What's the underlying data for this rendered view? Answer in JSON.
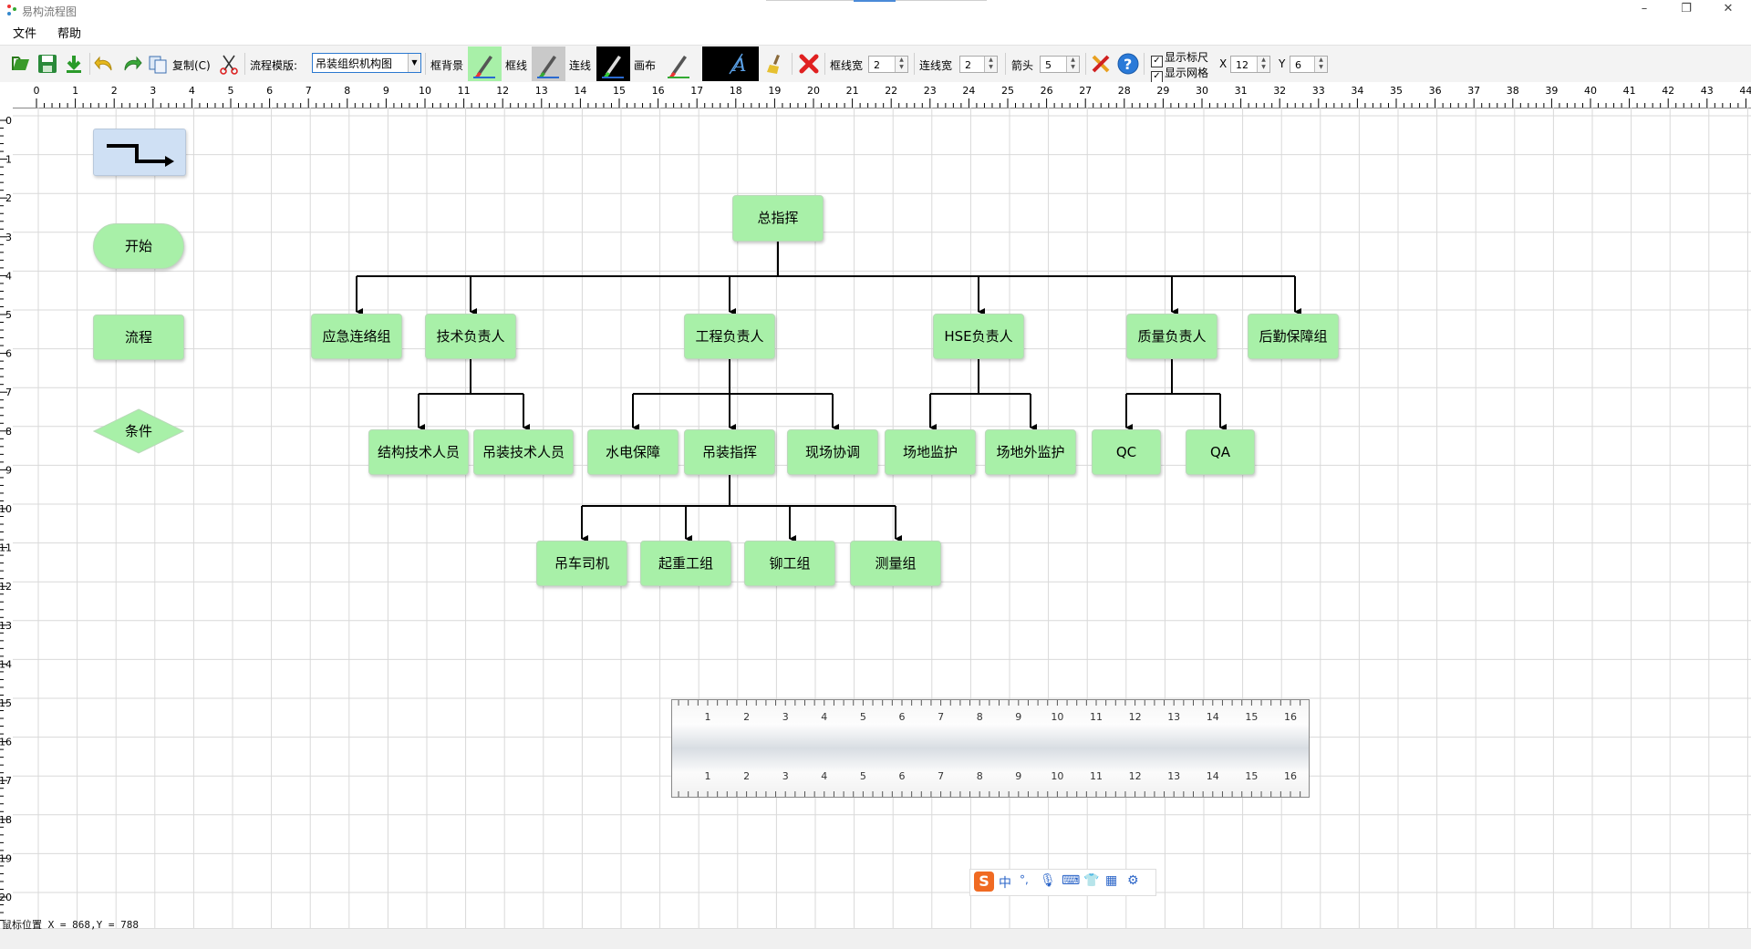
{
  "window": {
    "title": "易构流程图",
    "minimize": "–",
    "restore": "❐",
    "close": "✕"
  },
  "menu": [
    {
      "label": "文件"
    },
    {
      "label": "帮助"
    }
  ],
  "toolbar": {
    "copy_label": "复制(C)",
    "template_label": "流程模版:",
    "template_value": "吊装组织机构图",
    "box_bg_label": "框背景",
    "box_line_label": "框线",
    "connector_label": "连线",
    "canvas_label": "画布",
    "box_line_width_label": "框线宽",
    "box_line_width": "2",
    "connector_width_label": "连线宽",
    "connector_width": "2",
    "arrow_label": "箭头",
    "arrow_value": "5",
    "show_ruler_label": "显示标尺",
    "show_grid_label": "显示网格",
    "x_label": "X",
    "x_value": "12",
    "y_label": "Y",
    "y_value": "6"
  },
  "colors": {
    "node_fill": "#a8f0a8",
    "palette_selected": "#cfe0f4",
    "canvas_bg": "#000000",
    "grid": "#d9d9d9",
    "connector": "#000000"
  },
  "palette": {
    "start": "开始",
    "process": "流程",
    "condition": "条件"
  },
  "chart": {
    "root": "总指挥",
    "level1": [
      "应急连络组",
      "技术负责人",
      "工程负责人",
      "HSE负责人",
      "质量负责人",
      "后勤保障组"
    ],
    "tech_children": [
      "结构技术人员",
      "吊装技术人员"
    ],
    "eng_children": [
      "水电保障",
      "吊装指挥",
      "现场协调"
    ],
    "hse_children": [
      "场地监护",
      "场地外监护"
    ],
    "quality_children": [
      "QC",
      "QA"
    ],
    "lift_children": [
      "吊车司机",
      "起重工组",
      "铆工组",
      "测量组"
    ]
  },
  "hruler_labels": [
    "0",
    "1",
    "2",
    "3",
    "4",
    "5",
    "6",
    "7",
    "8",
    "9",
    "10",
    "11",
    "12",
    "13",
    "14",
    "15",
    "16",
    "17",
    "18",
    "19",
    "20",
    "21",
    "22",
    "23",
    "24",
    "25",
    "26",
    "27",
    "28",
    "29",
    "30",
    "31",
    "32",
    "33",
    "34",
    "35",
    "36",
    "37",
    "38",
    "39",
    "40",
    "41",
    "42",
    "43",
    "44"
  ],
  "vruler_labels": [
    "0",
    "1",
    "2",
    "3",
    "4",
    "5",
    "6",
    "7",
    "8",
    "9",
    "10",
    "11",
    "12",
    "13",
    "14",
    "15",
    "16",
    "17",
    "18",
    "19",
    "20"
  ],
  "ruler_widget_labels": [
    "1",
    "2",
    "3",
    "4",
    "5",
    "6",
    "7",
    "8",
    "9",
    "10",
    "11",
    "12",
    "13",
    "14",
    "15",
    "16"
  ],
  "status": {
    "mouse_pos": "鼠标位置 X = 868,Y = 788"
  },
  "ime": {
    "lang": "中",
    "punct": "°,"
  }
}
